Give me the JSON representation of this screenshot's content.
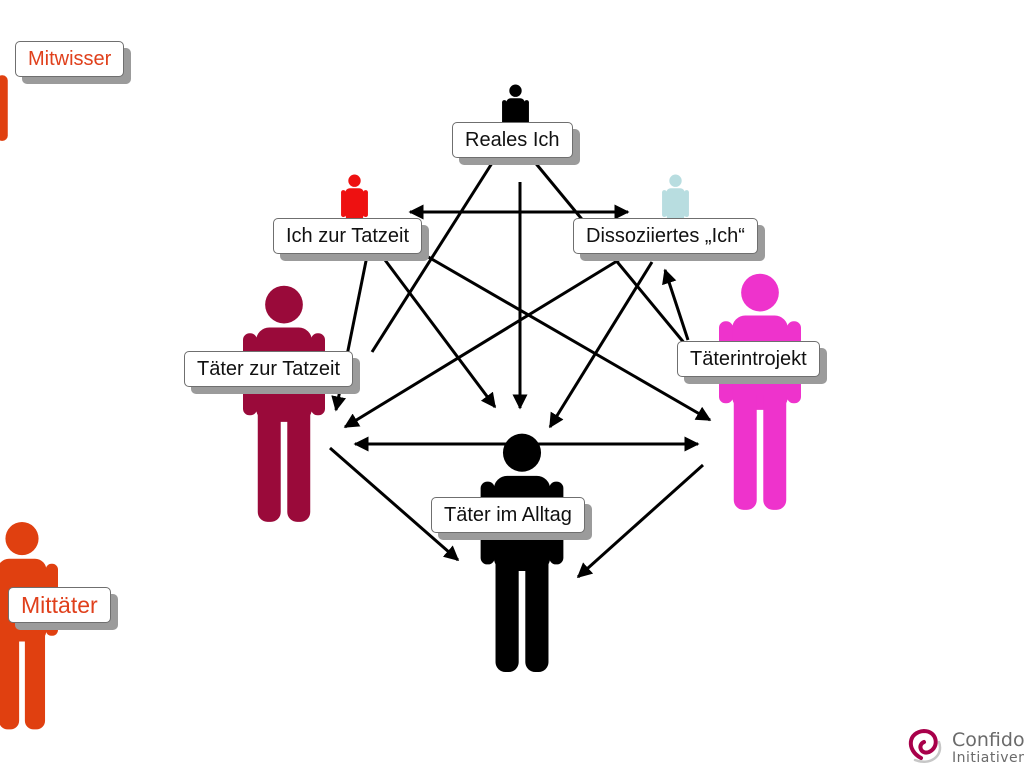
{
  "figure_labels": {
    "mitwisser": "Mitwisser",
    "reales_ich": "Reales Ich",
    "ich_zur_tatzeit": "Ich zur Tatzeit",
    "dissoziiertes_ich": "Dissoziiertes „Ich“",
    "taeter_zur_tatzeit": "Täter zur Tatzeit",
    "taeterintrojekt": "Täterintrojekt",
    "taeter_im_alltag": "Täter im Alltag",
    "mittaeter": "Mittäter"
  },
  "logo": {
    "line1": "Confido",
    "line2": "Initiativen"
  },
  "colors": {
    "black_figure": "#000000",
    "red_figure": "#ee1111",
    "light_blue_figure": "#b8dde0",
    "maroon_figure": "#9a0a3a",
    "magenta_figure": "#ee33cc",
    "orange_figure": "#e04010",
    "arrow": "#000000",
    "label_shadow": "#9b9b9b"
  }
}
